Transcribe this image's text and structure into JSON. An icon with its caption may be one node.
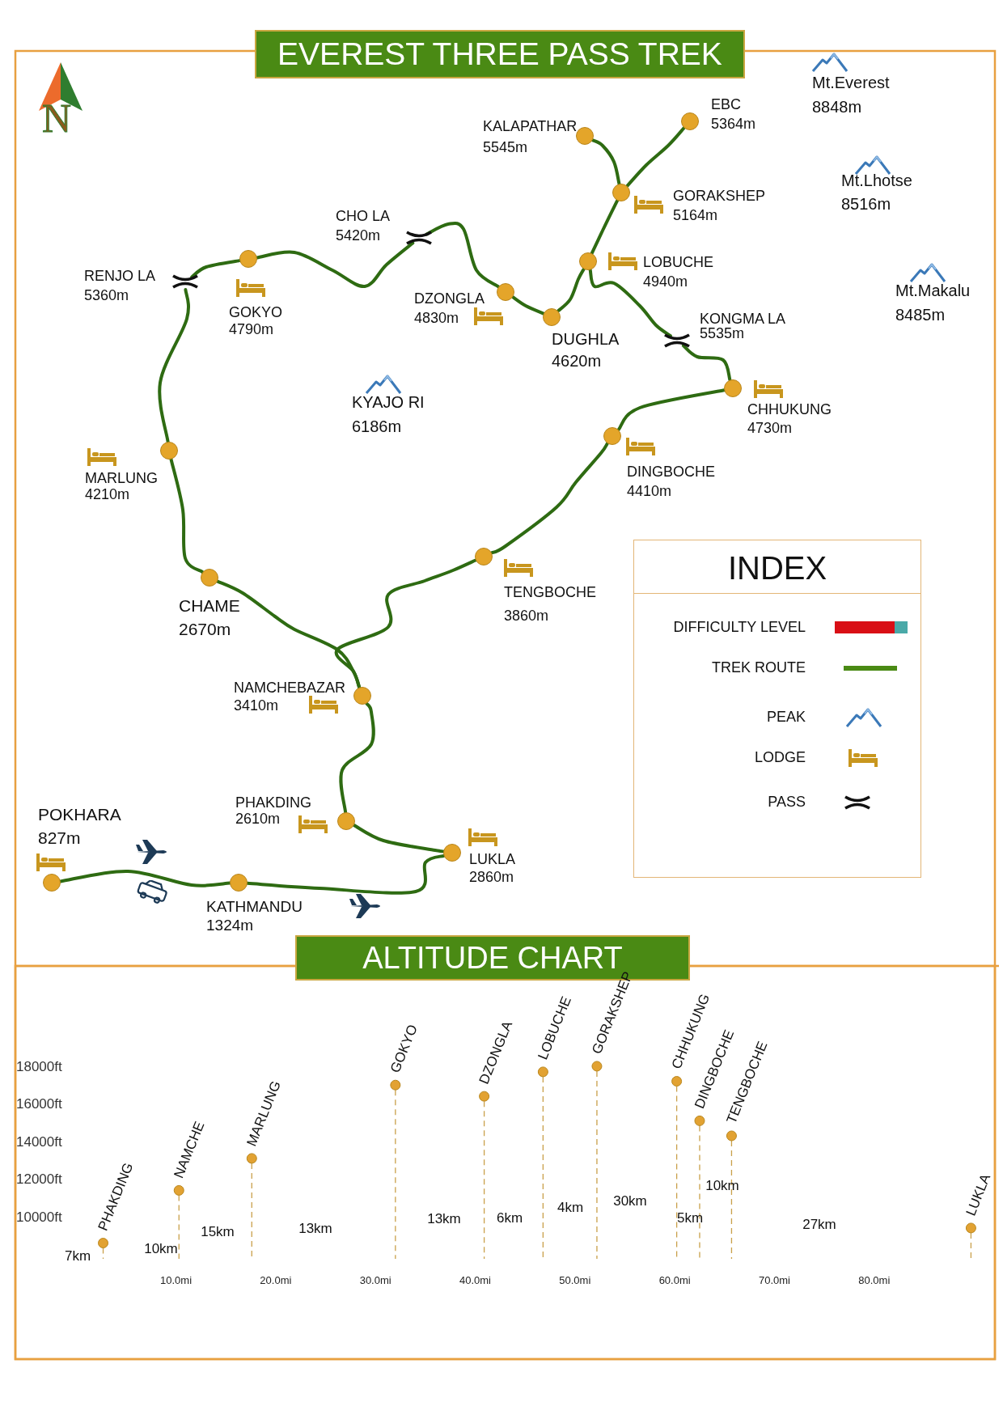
{
  "diagram": {
    "title": "EVEREST THREE PASS TREK",
    "nodes": [
      {
        "text": [],
        "shape": "circle",
        "beside": [
          "POKHARA",
          "827m"
        ]
      },
      {
        "text": [],
        "shape": "circle",
        "beside": [
          "KATHMANDU",
          "1324m"
        ]
      },
      {
        "text": [],
        "shape": "circle",
        "beside": [
          "LUKLA",
          "2860m"
        ]
      },
      {
        "text": [],
        "shape": "circle",
        "beside": [
          "PHAKDING",
          "2610m"
        ]
      },
      {
        "text": [],
        "shape": "circle",
        "beside": [
          "NAMCHEBAZAR",
          "3410m"
        ]
      },
      {
        "text": [],
        "shape": "circle",
        "beside": [
          "CHAME",
          "2670m"
        ]
      },
      {
        "text": [],
        "shape": "circle",
        "beside": [
          "MARLUNG",
          "4210m"
        ]
      },
      {
        "text": [],
        "shape": "picture",
        "beside": [
          "RENJO LA",
          "5360m"
        ]
      },
      {
        "text": [],
        "shape": "circle",
        "beside": [
          "GOKYO",
          "4790m"
        ]
      },
      {
        "text": [],
        "shape": "picture",
        "beside": [
          "CHO LA",
          "5420m"
        ]
      },
      {
        "text": [],
        "shape": "circle",
        "beside": [
          "DZONGLA",
          "4830m"
        ]
      },
      {
        "text": [],
        "shape": "circle",
        "beside": [
          "DUGHLA",
          "4620m"
        ]
      },
      {
        "text": [],
        "shape": "circle",
        "beside": [
          "LOBUCHE",
          "4940m"
        ]
      },
      {
        "text": [],
        "shape": "circle",
        "beside": [
          "GORAKSHEP",
          "5164m"
        ]
      },
      {
        "text": [],
        "shape": "circle",
        "beside": [
          "KALAPATHAR",
          "5545m"
        ]
      },
      {
        "text": [],
        "shape": "circle",
        "beside": [
          "EBC",
          "5364m"
        ]
      },
      {
        "text": [],
        "shape": "picture",
        "beside": [
          "KONGMA LA",
          "5535m"
        ]
      },
      {
        "text": [],
        "shape": "circle",
        "beside": [
          "CHHUKUNG",
          "4730m"
        ]
      },
      {
        "text": [],
        "shape": "circle",
        "beside": [
          "DINGBOCHE",
          "4410m"
        ]
      },
      {
        "text": [],
        "shape": "circle",
        "beside": [
          "TENGBOCHE",
          "3860m"
        ]
      },
      {
        "text": [
          "INDEX"
        ]
      }
    ],
    "edges": [
      {
        "from": 0,
        "to": 1,
        "arrow": "none"
      },
      {
        "from": 1,
        "to": 2,
        "arrow": "none"
      },
      {
        "from": 2,
        "to": 3,
        "arrow": "none"
      },
      {
        "from": 3,
        "to": 4,
        "arrow": "none"
      },
      {
        "from": 4,
        "to": 5,
        "arrow": "none"
      },
      {
        "from": 4,
        "to": 19,
        "arrow": "none"
      },
      {
        "from": 5,
        "to": 6,
        "arrow": "none"
      },
      {
        "from": 6,
        "to": 7,
        "arrow": "none"
      },
      {
        "from": 7,
        "to": 8,
        "arrow": "none"
      },
      {
        "from": 8,
        "to": 9,
        "arrow": "none"
      },
      {
        "from": 9,
        "to": 10,
        "arrow": "none"
      },
      {
        "from": 10,
        "to": 11,
        "arrow": "none"
      },
      {
        "from": 11,
        "to": 12,
        "arrow": "none"
      },
      {
        "from": 12,
        "to": 13,
        "arrow": "none"
      },
      {
        "from": 13,
        "to": 14,
        "arrow": "none"
      },
      {
        "from": 13,
        "to": 15,
        "arrow": "none"
      },
      {
        "from": 12,
        "to": 16,
        "arrow": "none"
      },
      {
        "from": 16,
        "to": 17,
        "arrow": "none"
      },
      {
        "from": 17,
        "to": 18,
        "arrow": "none"
      },
      {
        "from": 18,
        "to": 19,
        "arrow": "none"
      }
    ],
    "labels": [
      "N",
      "Mt.Everest",
      "8848m",
      "Mt.Lhotse",
      "8516m",
      "Mt.Makalu",
      "8485m",
      "KYAJO RI",
      "6186m"
    ],
    "legend": [
      {
        "text": "DIFFICULTY LEVEL",
        "color": "#d90f16"
      },
      {
        "text": "TREK ROUTE"
      },
      {
        "text": "PEAK"
      },
      {
        "text": "LODGE"
      },
      {
        "text": "PASS"
      }
    ],
    "chart_data": {
      "type": "scatter",
      "title": "ALTITUDE CHART",
      "x": [
        2.7,
        10.3,
        17.6,
        32.0,
        40.9,
        46.8,
        52.2,
        60.2,
        62.5,
        65.7,
        89.7
      ],
      "series": [
        {
          "color": "#e2a232",
          "values": [
            8600,
            11400,
            13100,
            17000,
            16400,
            17700,
            18000,
            17200,
            15100,
            14300,
            9400
          ]
        }
      ],
      "xlim": [
        -6.1,
        92.1
      ],
      "ylim": [
        2430,
        23330
      ],
      "xticks": [
        {
          "value": 10,
          "label": "10.0mi"
        },
        {
          "value": 20,
          "label": "20.0mi"
        },
        {
          "value": 30,
          "label": "30.0mi"
        },
        {
          "value": 40,
          "label": "40.0mi"
        },
        {
          "value": 50,
          "label": "50.0mi"
        },
        {
          "value": 60,
          "label": "60.0mi"
        },
        {
          "value": 70,
          "label": "70.0mi"
        },
        {
          "value": 80,
          "label": "80.0mi"
        }
      ],
      "yticks": [
        {
          "value": 10000,
          "label": "10000ft"
        },
        {
          "value": 12000,
          "label": "12000ft"
        },
        {
          "value": 14000,
          "label": "14000ft"
        },
        {
          "value": 16000,
          "label": "16000ft"
        },
        {
          "value": 18000,
          "label": "18000ft"
        }
      ],
      "annotations": [
        {
          "text": "PHAKDING",
          "x": 2.7,
          "y": 8600
        },
        {
          "text": "NAMCHE",
          "x": 10.3,
          "y": 11400
        },
        {
          "text": "MARLUNG",
          "x": 17.6,
          "y": 13100
        },
        {
          "text": "GOKYO",
          "x": 32.0,
          "y": 17000
        },
        {
          "text": "DZONGLA",
          "x": 40.9,
          "y": 16400
        },
        {
          "text": "LOBUCHE",
          "x": 46.8,
          "y": 17700
        },
        {
          "text": "GORAKSHEP",
          "x": 52.2,
          "y": 18000
        },
        {
          "text": "CHHUKUNG",
          "x": 60.2,
          "y": 17200
        },
        {
          "text": "DINGBOCHE",
          "x": 62.5,
          "y": 15100
        },
        {
          "text": "TENGBOCHE",
          "x": 65.7,
          "y": 14300
        },
        {
          "text": "LUKLA",
          "x": 89.7,
          "y": 9400
        },
        "7km",
        "10km",
        "15km",
        "13km",
        "13km",
        "6km",
        "4km",
        "30km",
        "5km",
        "10km",
        "27km"
      ]
    }
  }
}
